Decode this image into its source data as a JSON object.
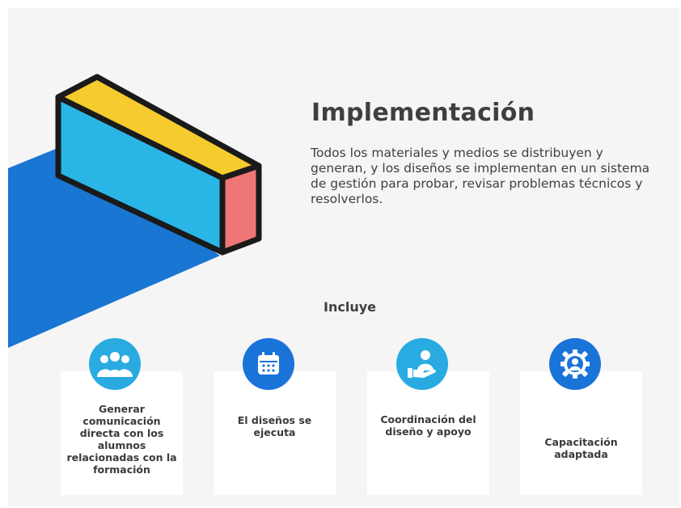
{
  "header": {
    "title": "Implementación",
    "description": "Todos los materiales y medios se distribuyen y generan, y los diseños se implementan en un sistema de gestión para probar, revisar problemas técnicos y resolverlos."
  },
  "section": {
    "label": "Incluye"
  },
  "cards": [
    {
      "label": "Generar comunicación directa con los alumnos relacionadas con la formación",
      "icon": "group-icon",
      "color": "#29abe2"
    },
    {
      "label": "El diseños se ejecuta",
      "icon": "calendar-icon",
      "color": "#1a73d9"
    },
    {
      "label": "Coordinación  del diseño y apoyo",
      "icon": "support-hand-icon",
      "color": "#29abe2"
    },
    {
      "label": "Capacitación adaptada",
      "icon": "user-gear-icon",
      "color": "#1a73d9"
    }
  ],
  "colors": {
    "accent_blue": "#1976d2",
    "light_blue": "#29b6e6",
    "yellow": "#f5cb2e",
    "coral": "#ef7676"
  }
}
